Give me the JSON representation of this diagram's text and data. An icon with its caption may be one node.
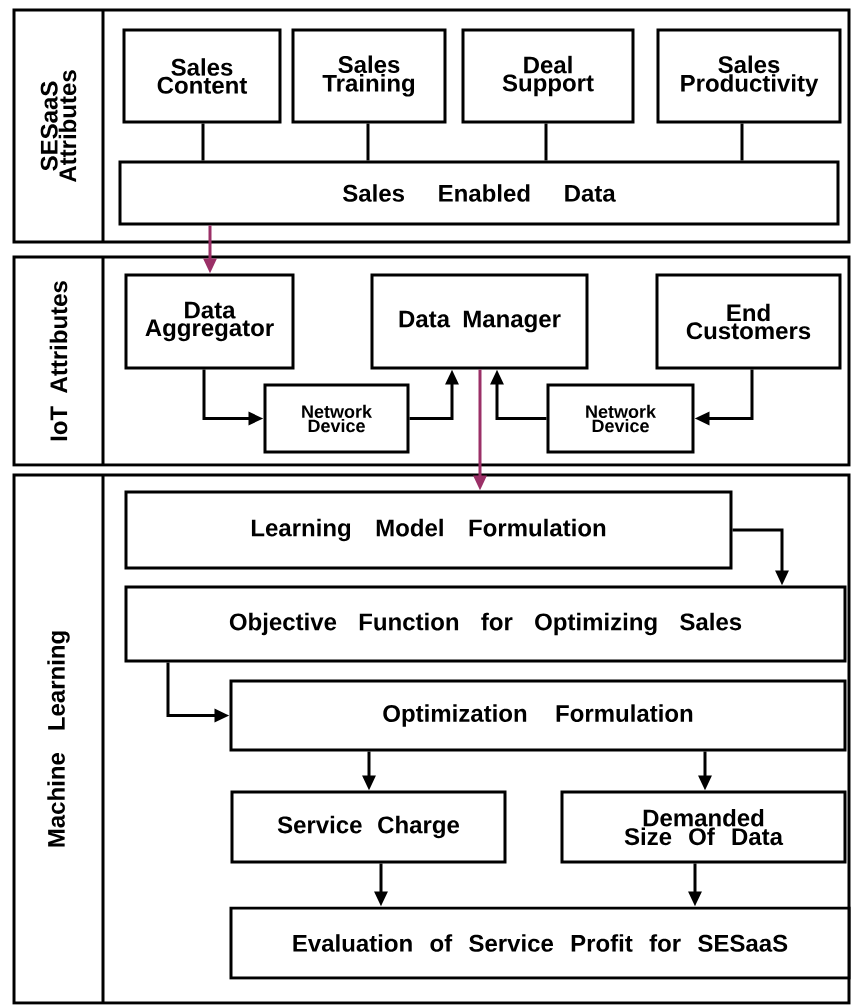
{
  "diagram": {
    "nodes": [
      {
        "text": [
          "SESaaS Attributes"
        ]
      },
      {
        "text": [
          "Sales Content"
        ],
        "in": 0
      },
      {
        "text": [
          "Sales Training"
        ],
        "in": 0
      },
      {
        "text": [
          "Deal Support"
        ],
        "in": 0
      },
      {
        "text": [
          "Sales Productivity"
        ],
        "in": 0
      },
      {
        "text": [
          "Sales Enabled Data"
        ],
        "in": 0
      },
      {
        "text": [
          "IoT Attributes"
        ]
      },
      {
        "text": [
          "Data Aggregator"
        ],
        "in": 6
      },
      {
        "text": [
          "Data Manager"
        ],
        "in": 6
      },
      {
        "text": [
          "End Customers"
        ],
        "in": 6
      },
      {
        "text": [
          "Network Device"
        ],
        "in": 6
      },
      {
        "text": [
          "Network Device"
        ],
        "in": 6
      },
      {
        "text": [
          "Machine Learning"
        ]
      },
      {
        "text": [
          "Learning Model Formulation"
        ],
        "in": 12
      },
      {
        "text": [
          "Objective Function for Optimizing Sales"
        ],
        "in": 12
      },
      {
        "text": [
          "Optimization Formulation"
        ],
        "in": 12
      },
      {
        "text": [
          "Service Charge"
        ],
        "in": 12
      },
      {
        "text": [
          "Demanded Size Of Data"
        ],
        "in": 12
      },
      {
        "text": [
          "Evaluation of Service Profit for SESaaS"
        ],
        "in": 12
      }
    ],
    "edges": [
      {
        "from": 1,
        "to": 5,
        "arrow": "none"
      },
      {
        "from": 2,
        "to": 5,
        "arrow": "none"
      },
      {
        "from": 3,
        "to": 5,
        "arrow": "none"
      },
      {
        "from": 4,
        "to": 5,
        "arrow": "none"
      },
      {
        "from": 5,
        "to": 7,
        "arrow": "to",
        "color": "#9b3067"
      },
      {
        "from": 7,
        "to": 10,
        "arrow": "to"
      },
      {
        "from": 10,
        "to": 8,
        "arrow": "to"
      },
      {
        "from": 11,
        "to": 8,
        "arrow": "to"
      },
      {
        "from": 9,
        "to": 11,
        "arrow": "to"
      },
      {
        "from": 8,
        "to": 13,
        "arrow": "to",
        "color": "#9b3067"
      },
      {
        "from": 13,
        "to": 14,
        "arrow": "to"
      },
      {
        "from": 14,
        "to": 15,
        "arrow": "to"
      },
      {
        "from": 15,
        "to": 16,
        "arrow": "to"
      },
      {
        "from": 15,
        "to": 17,
        "arrow": "to"
      },
      {
        "from": 16,
        "to": 18,
        "arrow": "to"
      },
      {
        "from": 17,
        "to": 18,
        "arrow": "to"
      }
    ]
  }
}
